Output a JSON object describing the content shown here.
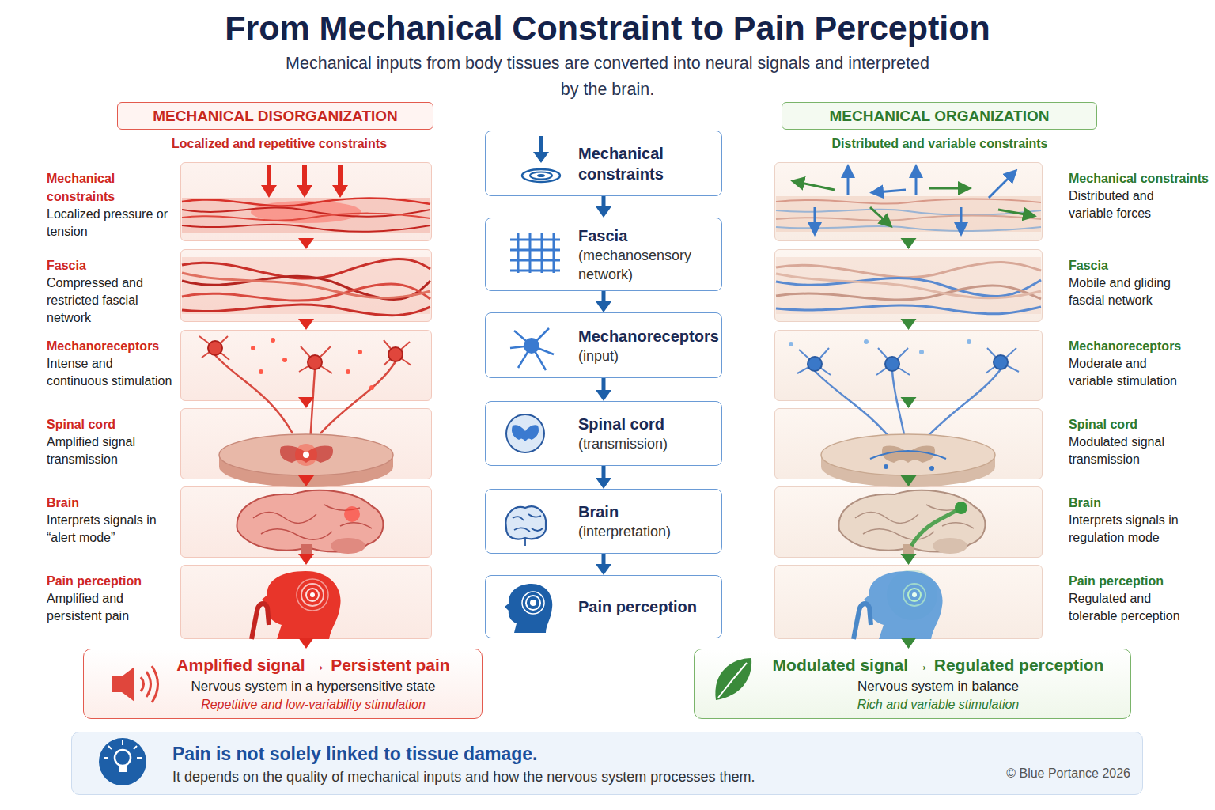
{
  "diagram": {
    "title": "From Mechanical Constraint to Pain Perception",
    "caption": "Mechanical inputs from body tissues are converted into neural signals and interpreted by the brain.",
    "nodes": [
      {
        "text": [
          "MECHANICAL DISORGANIZATION"
        ]
      },
      {
        "text": [
          "Mechanical constraints",
          "Localized pressure or tension"
        ]
      },
      {
        "text": [
          "Fascia",
          "Compressed and restricted fascial network"
        ]
      },
      {
        "text": [
          "Mechanoreceptors",
          "Intense and continuous stimulation"
        ]
      },
      {
        "text": [
          "Spinal cord",
          "Amplified signal transmission"
        ]
      },
      {
        "text": [
          "Brain",
          "Interprets signals in “alert mode”"
        ]
      },
      {
        "text": [
          "Pain perception",
          "Amplified and persistent pain"
        ]
      },
      {
        "text": [
          "Amplified signal → Persistent pain",
          "Nervous system in a hypersensitive state",
          "Repetitive and low-variability stimulation"
        ]
      },
      {
        "text": [
          "Mechanical constraints"
        ]
      },
      {
        "text": [
          "Fascia",
          "(mechanosensory network)"
        ]
      },
      {
        "text": [
          "Mechanoreceptors",
          "(input)"
        ]
      },
      {
        "text": [
          "Spinal cord",
          "(transmission)"
        ]
      },
      {
        "text": [
          "Brain",
          "(interpretation)"
        ]
      },
      {
        "text": [
          "Pain perception"
        ]
      },
      {
        "text": [
          "MECHANICAL ORGANIZATION"
        ]
      },
      {
        "text": [
          "Mechanical constraints",
          "Distributed and variable forces"
        ]
      },
      {
        "text": [
          "Fascia",
          "Mobile and gliding fascial network"
        ]
      },
      {
        "text": [
          "Mechanoreceptors",
          "Moderate and variable stimulation"
        ]
      },
      {
        "text": [
          "Spinal cord",
          "Modulated signal transmission"
        ]
      },
      {
        "text": [
          "Brain",
          "Interprets signals in regulation mode"
        ]
      },
      {
        "text": [
          "Pain perception",
          "Regulated and tolerable perception"
        ]
      },
      {
        "text": [
          "Modulated signal → Regulated perception",
          "Nervous system in balance",
          "Rich and variable stimulation"
        ]
      },
      {
        "text": [
          "Pain is not solely linked to tissue damage.",
          "It depends on the quality of mechanical inputs and how the nervous system processes them.",
          "© Blue Portance 2026"
        ]
      }
    ],
    "edges": [
      {
        "from": 1,
        "to": 2,
        "arrow": "to"
      },
      {
        "from": 2,
        "to": 3,
        "arrow": "to"
      },
      {
        "from": 3,
        "to": 4,
        "arrow": "to"
      },
      {
        "from": 4,
        "to": 5,
        "arrow": "to"
      },
      {
        "from": 5,
        "to": 6,
        "arrow": "to"
      },
      {
        "from": 6,
        "to": 7,
        "arrow": "to"
      },
      {
        "from": 8,
        "to": 9,
        "arrow": "to"
      },
      {
        "from": 9,
        "to": 10,
        "arrow": "to"
      },
      {
        "from": 10,
        "to": 11,
        "arrow": "to"
      },
      {
        "from": 11,
        "to": 12,
        "arrow": "to"
      },
      {
        "from": 12,
        "to": 13,
        "arrow": "to"
      },
      {
        "from": 15,
        "to": 16,
        "arrow": "to"
      },
      {
        "from": 16,
        "to": 17,
        "arrow": "to"
      },
      {
        "from": 17,
        "to": 18,
        "arrow": "to"
      },
      {
        "from": 18,
        "to": 19,
        "arrow": "to"
      },
      {
        "from": 19,
        "to": 20,
        "arrow": "to"
      },
      {
        "from": 20,
        "to": 21,
        "arrow": "to"
      }
    ],
    "labels": [
      "Localized and repetitive constraints",
      "Distributed and variable constraints"
    ]
  }
}
